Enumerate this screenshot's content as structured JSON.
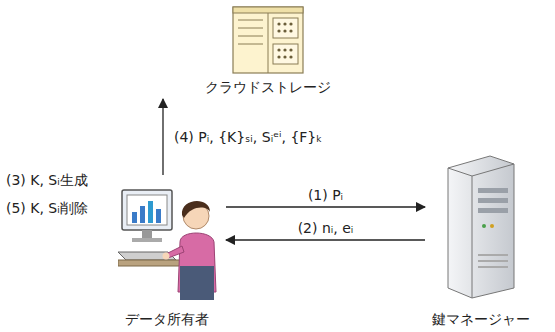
{
  "diagram": {
    "nodes": [
      {
        "text": [
          "クラウドストレージ"
        ]
      },
      {
        "text": [
          "データ所有者"
        ]
      },
      {
        "text": [
          "鍵マネージャー"
        ]
      }
    ],
    "edges": [
      {
        "from": 1,
        "to": 0,
        "arrow": "to",
        "label": "(4) Pᵢ, {K}ₛᵢ, Sᵢᵉⁱ, {F}ₖ"
      },
      {
        "from": 1,
        "to": 2,
        "arrow": "to",
        "label": "(1) Pᵢ"
      },
      {
        "from": 2,
        "to": 1,
        "arrow": "to",
        "label": "(2) nᵢ, eᵢ"
      }
    ],
    "labels": [
      "(3) K, Sᵢ生成",
      "(5) K, Sᵢ削除"
    ]
  }
}
